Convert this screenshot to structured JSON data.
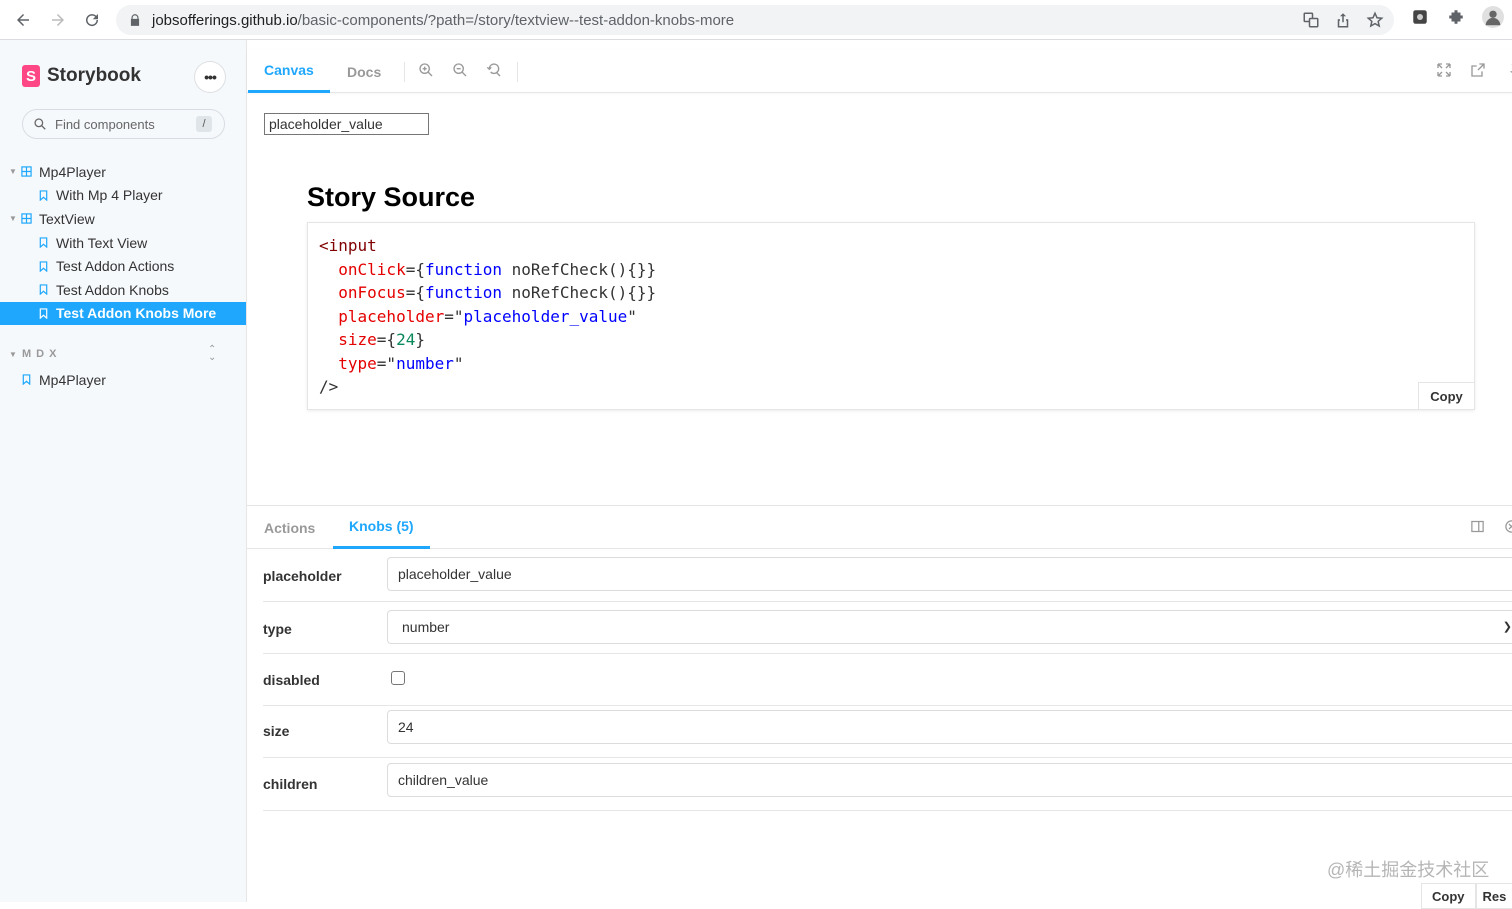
{
  "browser": {
    "url_host": "jobsofferings.github.io",
    "url_path": "/basic-components/?path=/story/textview--test-addon-knobs-more"
  },
  "sidebar": {
    "brand": "Storybook",
    "brand_logo": "S",
    "search_placeholder": "Find components",
    "search_shortcut": "/",
    "tree": [
      {
        "label": "Mp4Player",
        "type": "component",
        "level": 0
      },
      {
        "label": "With Mp 4 Player",
        "type": "story",
        "level": 1
      },
      {
        "label": "TextView",
        "type": "component",
        "level": 0
      },
      {
        "label": "With Text View",
        "type": "story",
        "level": 1
      },
      {
        "label": "Test Addon Actions",
        "type": "story",
        "level": 1
      },
      {
        "label": "Test Addon Knobs",
        "type": "story",
        "level": 1
      },
      {
        "label": "Test Addon Knobs More",
        "type": "story",
        "level": 1,
        "active": true
      }
    ],
    "mdx_heading": "MDX",
    "mdx_items": [
      {
        "label": "Mp4Player"
      }
    ]
  },
  "toolbar": {
    "tab_canvas": "Canvas",
    "tab_docs": "Docs"
  },
  "canvas": {
    "preview_placeholder": "placeholder_value",
    "story_source_title": "Story Source",
    "copy_label": "Copy",
    "code": {
      "tag_open": "<input",
      "onclick_attr": "onClick",
      "onfocus_attr": "onFocus",
      "fn_keyword": "function",
      "fn_body": " noRefCheck(){}}",
      "placeholder_attr": "placeholder",
      "placeholder_val": "placeholder_value",
      "size_attr": "size",
      "size_val": "24",
      "type_attr": "type",
      "type_val": "number",
      "tag_close": "/>"
    }
  },
  "panel": {
    "tab_actions": "Actions",
    "tab_knobs": "Knobs (5)",
    "knobs": {
      "placeholder": {
        "label": "placeholder",
        "value": "placeholder_value"
      },
      "type": {
        "label": "type",
        "value": "number"
      },
      "disabled": {
        "label": "disabled",
        "checked": false
      },
      "size": {
        "label": "size",
        "value": "24"
      },
      "children": {
        "label": "children",
        "value": "children_value"
      }
    },
    "footer_copy": "Copy",
    "footer_reset": "Res"
  },
  "watermark": "@稀土掘金技术社区",
  "colors": {
    "accent": "#1ea7fd",
    "brand": "#ff4785"
  }
}
